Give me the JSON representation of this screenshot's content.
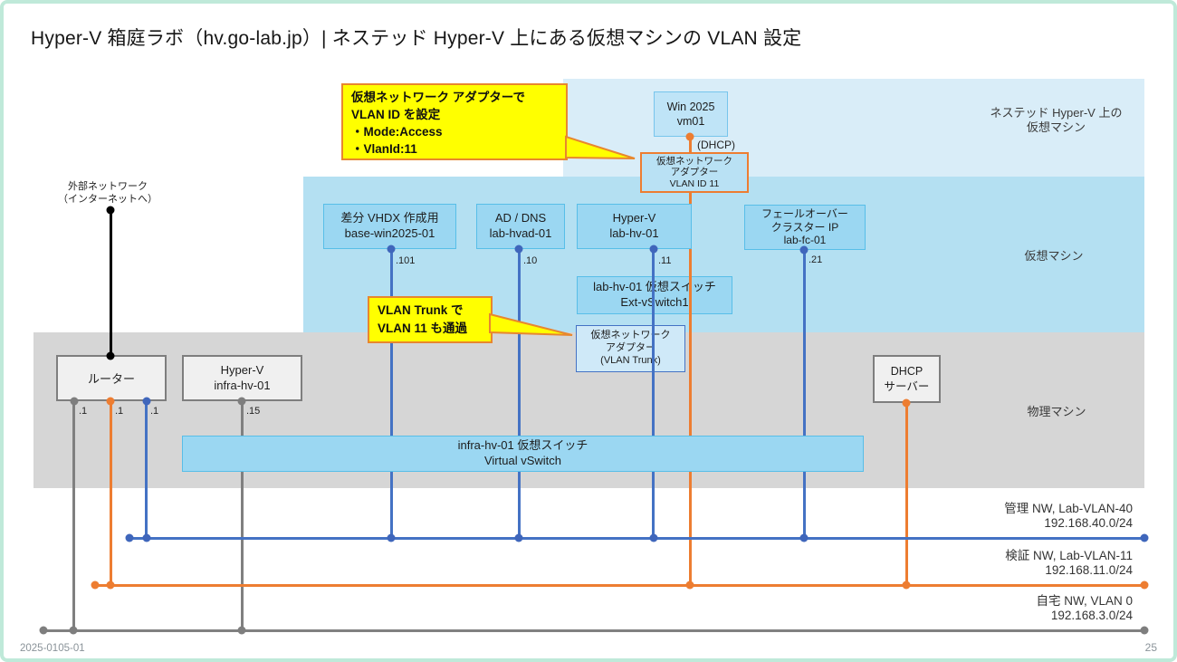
{
  "slide": {
    "title": "Hyper-V 箱庭ラボ（hv.go-lab.jp）| ネステッド Hyper-V 上にある仮想マシンの VLAN 設定",
    "footer_left": "2025-0105-01",
    "page_number": "25"
  },
  "regions": {
    "nested_label": "ネステッド Hyper-V 上の\n仮想マシン",
    "vm_label": "仮想マシン",
    "physical_label": "物理マシン"
  },
  "external": {
    "label": "外部ネットワーク\n（インターネットへ）"
  },
  "callouts": {
    "vlan_access": "仮想ネットワーク アダプターで\nVLAN ID を設定\n・Mode:Access\n・VlanId:11",
    "vlan_trunk": "VLAN Trunk で\nVLAN 11 も通過"
  },
  "nodes": {
    "vm01": "Win 2025\nvm01",
    "adapter_vlan11": "仮想ネットワーク\nアダプター\nVLAN ID 11",
    "base_win": "差分 VHDX 作成用\nbase-win2025-01",
    "ad_dns": "AD / DNS\nlab-hvad-01",
    "lab_hv": "Hyper-V\nlab-hv-01",
    "lab_fc": "フェールオーバー\nクラスター IP\nlab-fc-01",
    "ext_vswitch": "lab-hv-01 仮想スイッチ\nExt-vSwitch1",
    "adapter_trunk": "仮想ネットワーク\nアダプター\n(VLAN Trunk)",
    "router": "ルーター",
    "infra_hv": "Hyper-V\ninfra-hv-01",
    "dhcp": "DHCP\nサーバー",
    "infra_vswitch": "infra-hv-01 仮想スイッチ\nVirtual vSwitch"
  },
  "port_labels": {
    "router_home": ".1",
    "router_test": ".1",
    "router_mgmt": ".1",
    "infra": ".15",
    "base_win": ".101",
    "ad_dns": ".10",
    "lab_hv": ".11",
    "lab_fc": ".21",
    "vm01_dhcp": "(DHCP)"
  },
  "networks": [
    {
      "name": "管理 NW, Lab-VLAN-40",
      "cidr": "192.168.40.0/24",
      "color": "#4472C4"
    },
    {
      "name": "検証 NW, Lab-VLAN-11",
      "cidr": "192.168.11.0/24",
      "color": "#ED7D31"
    },
    {
      "name": "自宅 NW, VLAN 0",
      "cidr": "192.168.3.0/24",
      "color": "#808080"
    }
  ],
  "colors": {
    "accent_blue": "#4472C4",
    "accent_orange": "#ED7D31",
    "line_gray": "#808080",
    "region_nested": "#D9EDF8",
    "region_vm": "#B4E0F2",
    "region_physical": "#D6D6D6",
    "node_cyan": "#9BD7F2",
    "callout_fill": "#FFFF00",
    "callout_border": "#E8872E",
    "slide_frame": "#BFE9D9"
  }
}
